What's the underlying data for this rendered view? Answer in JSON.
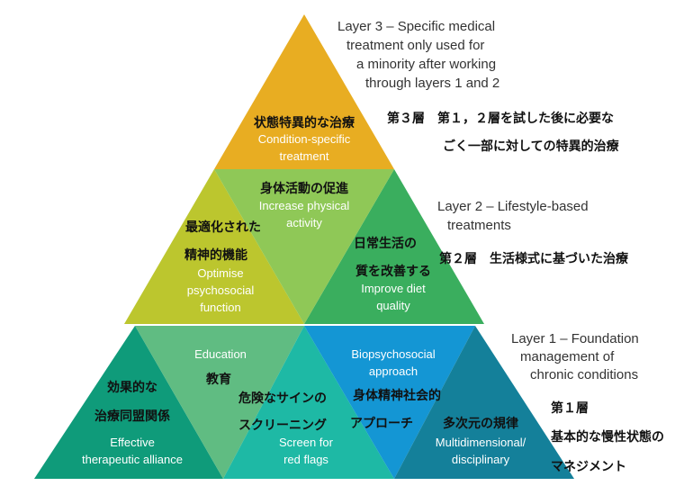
{
  "layers": {
    "layer3": {
      "english": [
        "Layer 3 – Specific medical",
        "treatment only used for",
        "a minority after working",
        "through layers 1 and 2"
      ],
      "japanese": [
        "第３層　第１，２層を試した後に必要な",
        "ごく一部に対しての特異的治療"
      ]
    },
    "layer2": {
      "english": [
        "Layer 2 – Lifestyle-based",
        "treatments"
      ],
      "japanese": [
        "第２層　生活様式に基づいた治療"
      ]
    },
    "layer1": {
      "english": [
        "Layer 1 – Foundation",
        "management of",
        "chronic conditions"
      ],
      "japanese": [
        "第１層",
        "基本的な慢性状態の",
        "マネジメント"
      ]
    }
  },
  "segments": {
    "condition_specific": {
      "jp": "状態特異的な治療",
      "en": [
        "Condition-specific",
        "treatment"
      ],
      "color": "#e8ad22"
    },
    "physical_activity": {
      "jp": "身体活動の促進",
      "en": [
        "Increase physical",
        "activity"
      ],
      "color": "#8fc857"
    },
    "psychosocial": {
      "jp": [
        "最適化された",
        "精神的機能"
      ],
      "en": [
        "Optimise",
        "psychosocial",
        "function"
      ],
      "color": "#bcc62e"
    },
    "diet": {
      "jp": [
        "日常生活の",
        "質を改善する"
      ],
      "en": [
        "Improve diet",
        "quality"
      ],
      "color": "#3aae5e"
    },
    "alliance": {
      "jp": [
        "効果的な",
        "治療同盟関係"
      ],
      "en": [
        "Effective",
        "therapeutic alliance"
      ],
      "color": "#0f9b7a"
    },
    "education": {
      "jp": "教育",
      "en": "Education",
      "color": "#60bc82"
    },
    "red_flags": {
      "jp": [
        "危険なサインの",
        "スクリーニング"
      ],
      "en": [
        "Screen for",
        "red flags"
      ],
      "color": "#1eb9a5"
    },
    "biopsychosocial": {
      "jp": [
        "身体精神社会的",
        "アプローチ"
      ],
      "en": [
        "Biopsychosocial",
        "approach"
      ],
      "color": "#1496d4"
    },
    "multidimensional": {
      "jp": "多次元の規律",
      "en": [
        "Multidimensional/",
        "disciplinary"
      ],
      "color": "#14809a"
    }
  }
}
